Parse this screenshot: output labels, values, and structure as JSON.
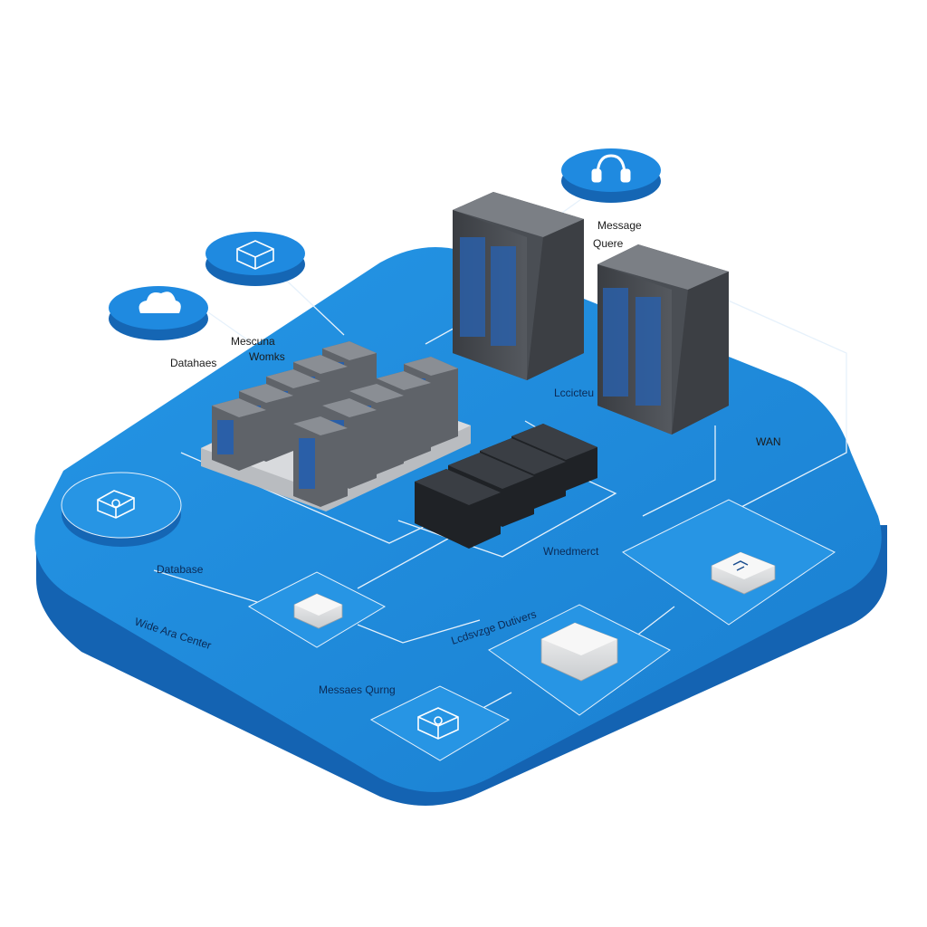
{
  "labels": {
    "message_queue_top_line1": "Message",
    "message_queue_top_line2": "Quere",
    "mescuna_line1": "Mescuna",
    "mescuna_line2": "Womks",
    "datahaes": "Datahaes",
    "rack_caption": "Lccicteu",
    "wan": "WAN",
    "switch_caption": "Wnedmerct",
    "database": "Database",
    "wide_area_center": "Wide Ara Center",
    "exchange_devices": "Lcdsvzge Dutivers",
    "messages_query": "Messaes Qurng"
  },
  "icons": {
    "headset": "headset-icon",
    "network_box": "network-box-icon",
    "cloud": "cloud-icon",
    "database_box": "database-box-icon",
    "router": "router-icon",
    "server_box": "server-box-icon",
    "appliance": "appliance-icon",
    "message_box": "message-box-icon"
  },
  "colors": {
    "platform": "#1f87d6",
    "platform_side": "#1566b4",
    "line": "#e8f2fc",
    "rack": "#5a5e64",
    "rack_panel": "#2a5fa8"
  }
}
